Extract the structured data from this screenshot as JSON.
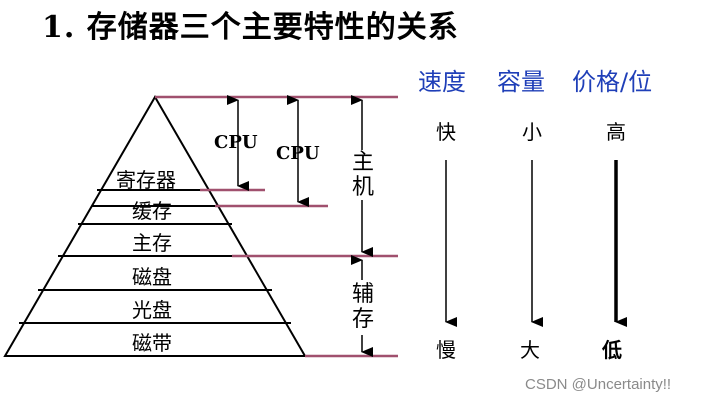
{
  "title": "1.  存储器三个主要特性的关系",
  "pyramid": {
    "levels": [
      "寄存器",
      "缓存",
      "主存",
      "磁盘",
      "光盘",
      "磁带"
    ]
  },
  "cpu_labels": [
    "CPU",
    "CPU"
  ],
  "groups": {
    "host": "主机",
    "auxiliary": "辅存"
  },
  "columns": [
    {
      "header": "速度",
      "top": "快",
      "bottom": "慢"
    },
    {
      "header": "容量",
      "top": "小",
      "bottom": "大"
    },
    {
      "header": "价格/位",
      "top": "高",
      "bottom": "低"
    }
  ],
  "colors": {
    "header": "#1f3fb8",
    "connector": "#a0506e",
    "line": "#000000"
  },
  "watermark": "CSDN @Uncertainty!!"
}
